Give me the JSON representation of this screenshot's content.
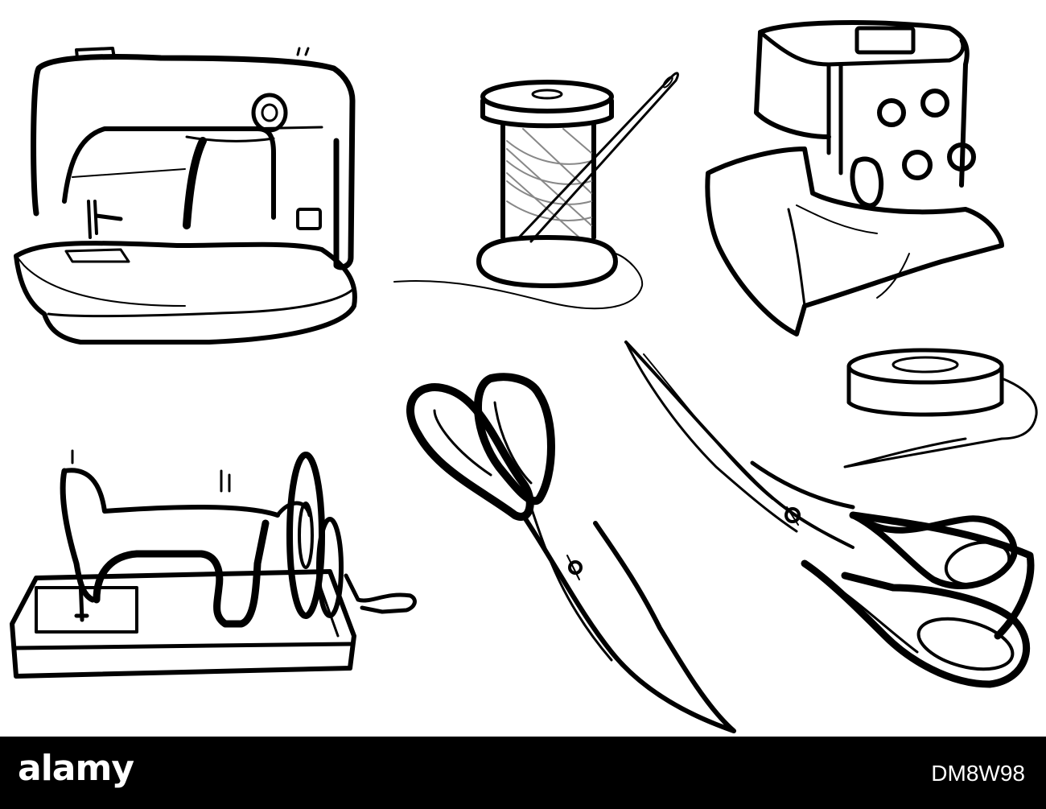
{
  "footer": {
    "brand": "alamy",
    "image_id": "DM8W98",
    "background_color": "#000000",
    "text_color": "#ffffff"
  },
  "illustration": {
    "style": "black ink line art on white",
    "line_color": "#000000",
    "items": [
      "modern-sewing-machine",
      "thread-spool-with-needle",
      "overlocker-serger",
      "tape-roll",
      "vintage-hand-crank-sewing-machine",
      "vertical-scissors",
      "diagonal-scissors"
    ]
  }
}
